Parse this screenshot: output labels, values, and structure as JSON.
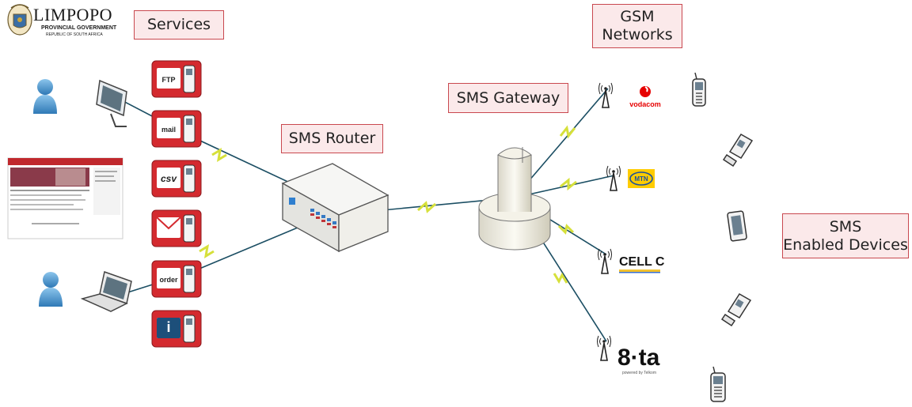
{
  "header": {
    "org_name": "LIMPOPO",
    "org_sub1": "PROVINCIAL GOVERNMENT",
    "org_sub2": "REPUBLIC OF SOUTH AFRICA"
  },
  "labels": {
    "services": "Services",
    "sms_router": "SMS Router",
    "sms_gateway": "SMS Gateway",
    "gsm_networks": "GSM\nNetworks",
    "sms_devices": "SMS\nEnabled Devices"
  },
  "services": [
    {
      "name": "ftp",
      "text": "FTP"
    },
    {
      "name": "mail",
      "text": "mail"
    },
    {
      "name": "csv",
      "text": "csv"
    },
    {
      "name": "envelope",
      "text": ""
    },
    {
      "name": "order",
      "text": "order"
    },
    {
      "name": "info",
      "text": "i"
    }
  ],
  "networks": [
    {
      "name": "vodacom",
      "text": "vodacom",
      "color": "#e60000"
    },
    {
      "name": "mtn",
      "text": "MTN",
      "color": "#ffcc00"
    },
    {
      "name": "cellc",
      "text": "CELL C",
      "color": "#111111"
    },
    {
      "name": "8ta",
      "text": "8·ta",
      "sub": "powered by Telkom",
      "color": "#111111"
    }
  ],
  "colors": {
    "label_border": "#c9484f",
    "label_fill": "#fbe9ea",
    "service_red": "#d42a2f",
    "link_blue": "#1b4e63",
    "lightning": "#d6e03a",
    "user_blue": "#4a90c8"
  }
}
